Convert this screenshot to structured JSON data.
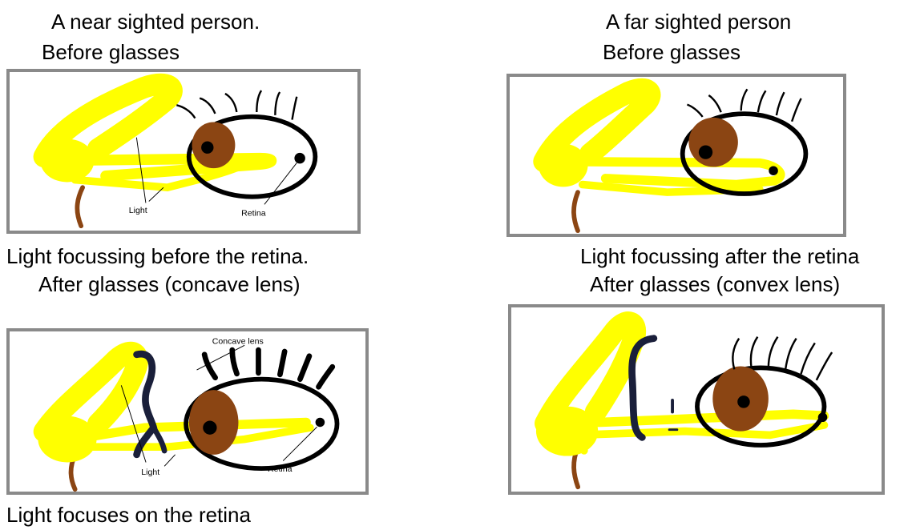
{
  "near": {
    "heading": "A near sighted person.",
    "before_label": "Before glasses",
    "before_light_label": "Light",
    "before_retina_label": "Retina",
    "before_caption": "Light focussing before the retina.",
    "after_label": "After glasses (concave lens)",
    "after_lens_label": "Concave lens",
    "after_light_label": "Light",
    "after_retina_label": "Retina",
    "after_caption": "Light focuses on the retina"
  },
  "far": {
    "heading": "A far sighted person",
    "before_label": "Before glasses",
    "before_caption": "Light focussing after the retina",
    "after_label": "After glasses (convex lens)"
  },
  "colors": {
    "light": "#ffff00",
    "iris": "#8b4513",
    "frame": "#8a8a8a",
    "lens": "#1a1f3a"
  }
}
